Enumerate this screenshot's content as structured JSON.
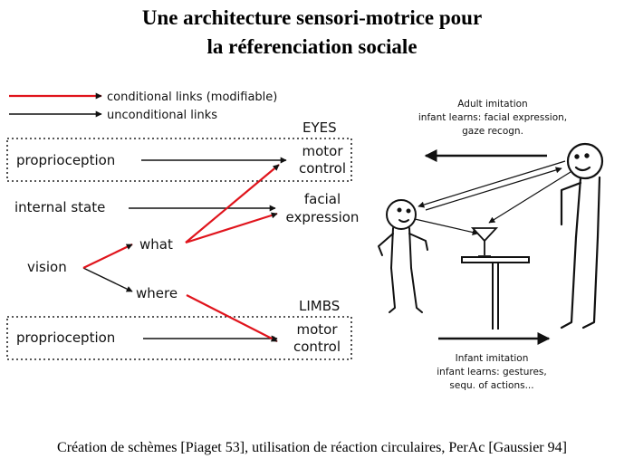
{
  "title": {
    "line1": "Une architecture sensori-motrice pour",
    "line2": "la réferenciation sociale"
  },
  "legend": {
    "conditional": "conditional links (modifiable)",
    "unconditional": "unconditional links"
  },
  "groups": {
    "eyes": "EYES",
    "limbs": "LIMBS"
  },
  "nodes": {
    "proprioception_top": "proprioception",
    "motor_control_top_1": "motor",
    "motor_control_top_2": "control",
    "internal_state": "internal state",
    "facial_expression_1": "facial",
    "facial_expression_2": "expression",
    "what": "what",
    "vision": "vision",
    "where": "where",
    "proprioception_bottom": "proprioception",
    "motor_control_bottom_1": "motor",
    "motor_control_bottom_2": "control"
  },
  "adult_imitation": {
    "line1": "Adult imitation",
    "line2": "infant learns: facial expression,",
    "line3": "gaze recogn."
  },
  "infant_imitation": {
    "line1": "Infant imitation",
    "line2": "infant learns: gestures,",
    "line3": "sequ. of actions..."
  },
  "caption": "Création de schèmes [Piaget 53], utilisation de réaction circulaires, PerAc [Gaussier 94]",
  "colors": {
    "conditional": "#e0141c",
    "unconditional": "#111111"
  }
}
